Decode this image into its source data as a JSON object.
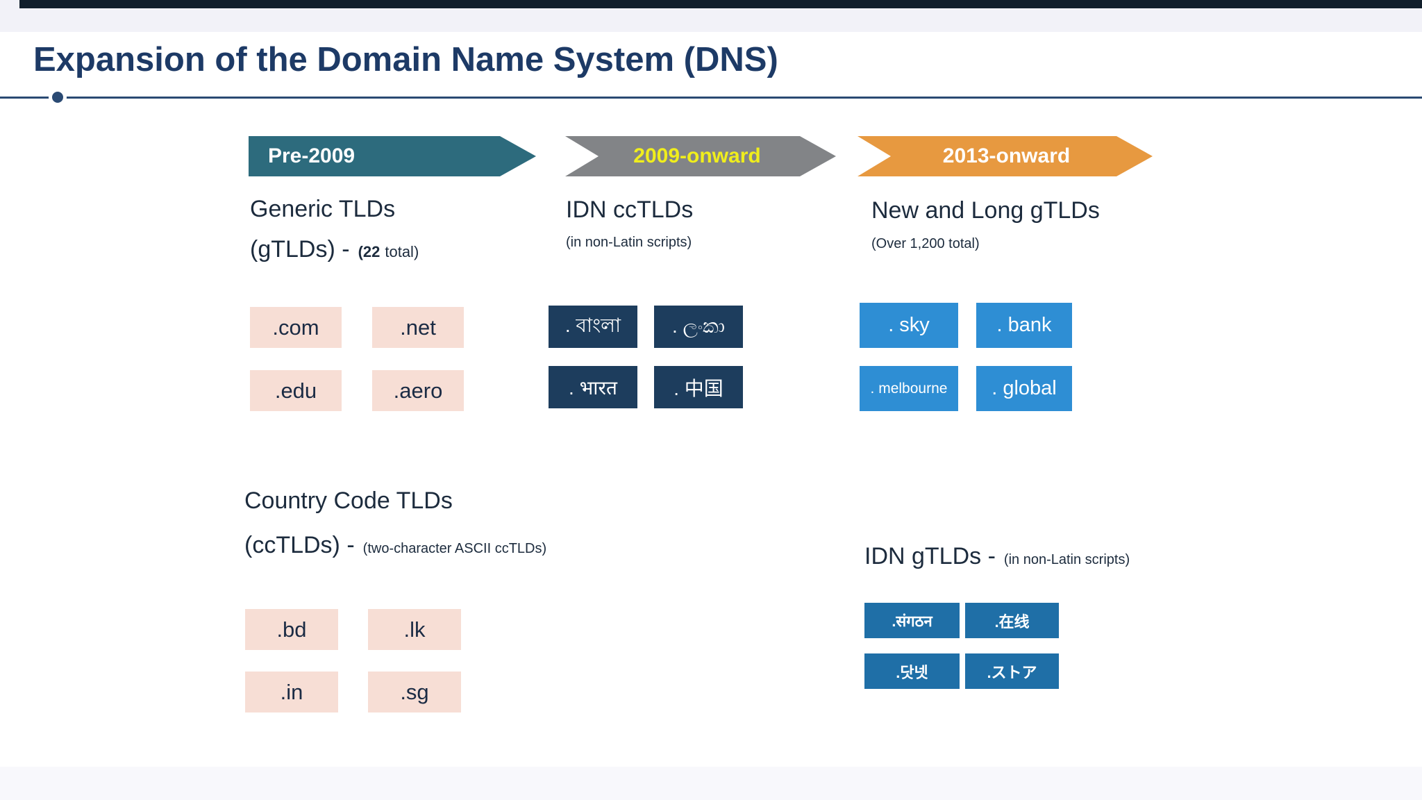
{
  "page": {
    "title": "Expansion of the Domain Name System (DNS)"
  },
  "timeline": [
    {
      "label": "Pre-2009"
    },
    {
      "label": "2009-onward"
    },
    {
      "label": "2013-onward"
    }
  ],
  "sections": {
    "generic_tlds": {
      "title": "Generic TLDs",
      "subtitle": "(gTLDs) -",
      "note_bold": "(22",
      "note": "total)",
      "tags": [
        ".com",
        ".net",
        ".edu",
        ".aero"
      ]
    },
    "idn_cctlds": {
      "title": "IDN ccTLDs",
      "note": "(in non-Latin scripts)",
      "tags": [
        ". বাংলা",
        ". ලංකා",
        ". भारत",
        ". 中国"
      ]
    },
    "new_long_gtlds": {
      "title": "New and Long gTLDs",
      "note": "(Over 1,200 total)",
      "tags": [
        ". sky",
        ". bank",
        ". melbourne",
        ". global"
      ]
    },
    "country_code_tlds": {
      "title": "Country Code TLDs",
      "subtitle": "(ccTLDs) -",
      "note": "(two-character ASCII ccTLDs)",
      "tags": [
        ".bd",
        ".lk",
        ".in",
        ".sg"
      ]
    },
    "idn_gtlds": {
      "title": "IDN gTLDs -",
      "note": "(in non-Latin scripts)",
      "tags": [
        ".संगठन",
        ".在线",
        ".닷넷",
        ".ストア"
      ]
    }
  },
  "colors": {
    "teal_arrow": "#2d6b7d",
    "gray_arrow": "#828487",
    "orange_arrow": "#e79940",
    "yellow_arrow_text": "#f0ee1c",
    "title_navy": "#1d3a66",
    "top_bar": "#111f2c",
    "pink_tag": "#f7ded5",
    "navy_tag": "#1d3d5d",
    "blue_tag": "#2e8ed4",
    "steel_blue_tag": "#1f6fa7"
  }
}
